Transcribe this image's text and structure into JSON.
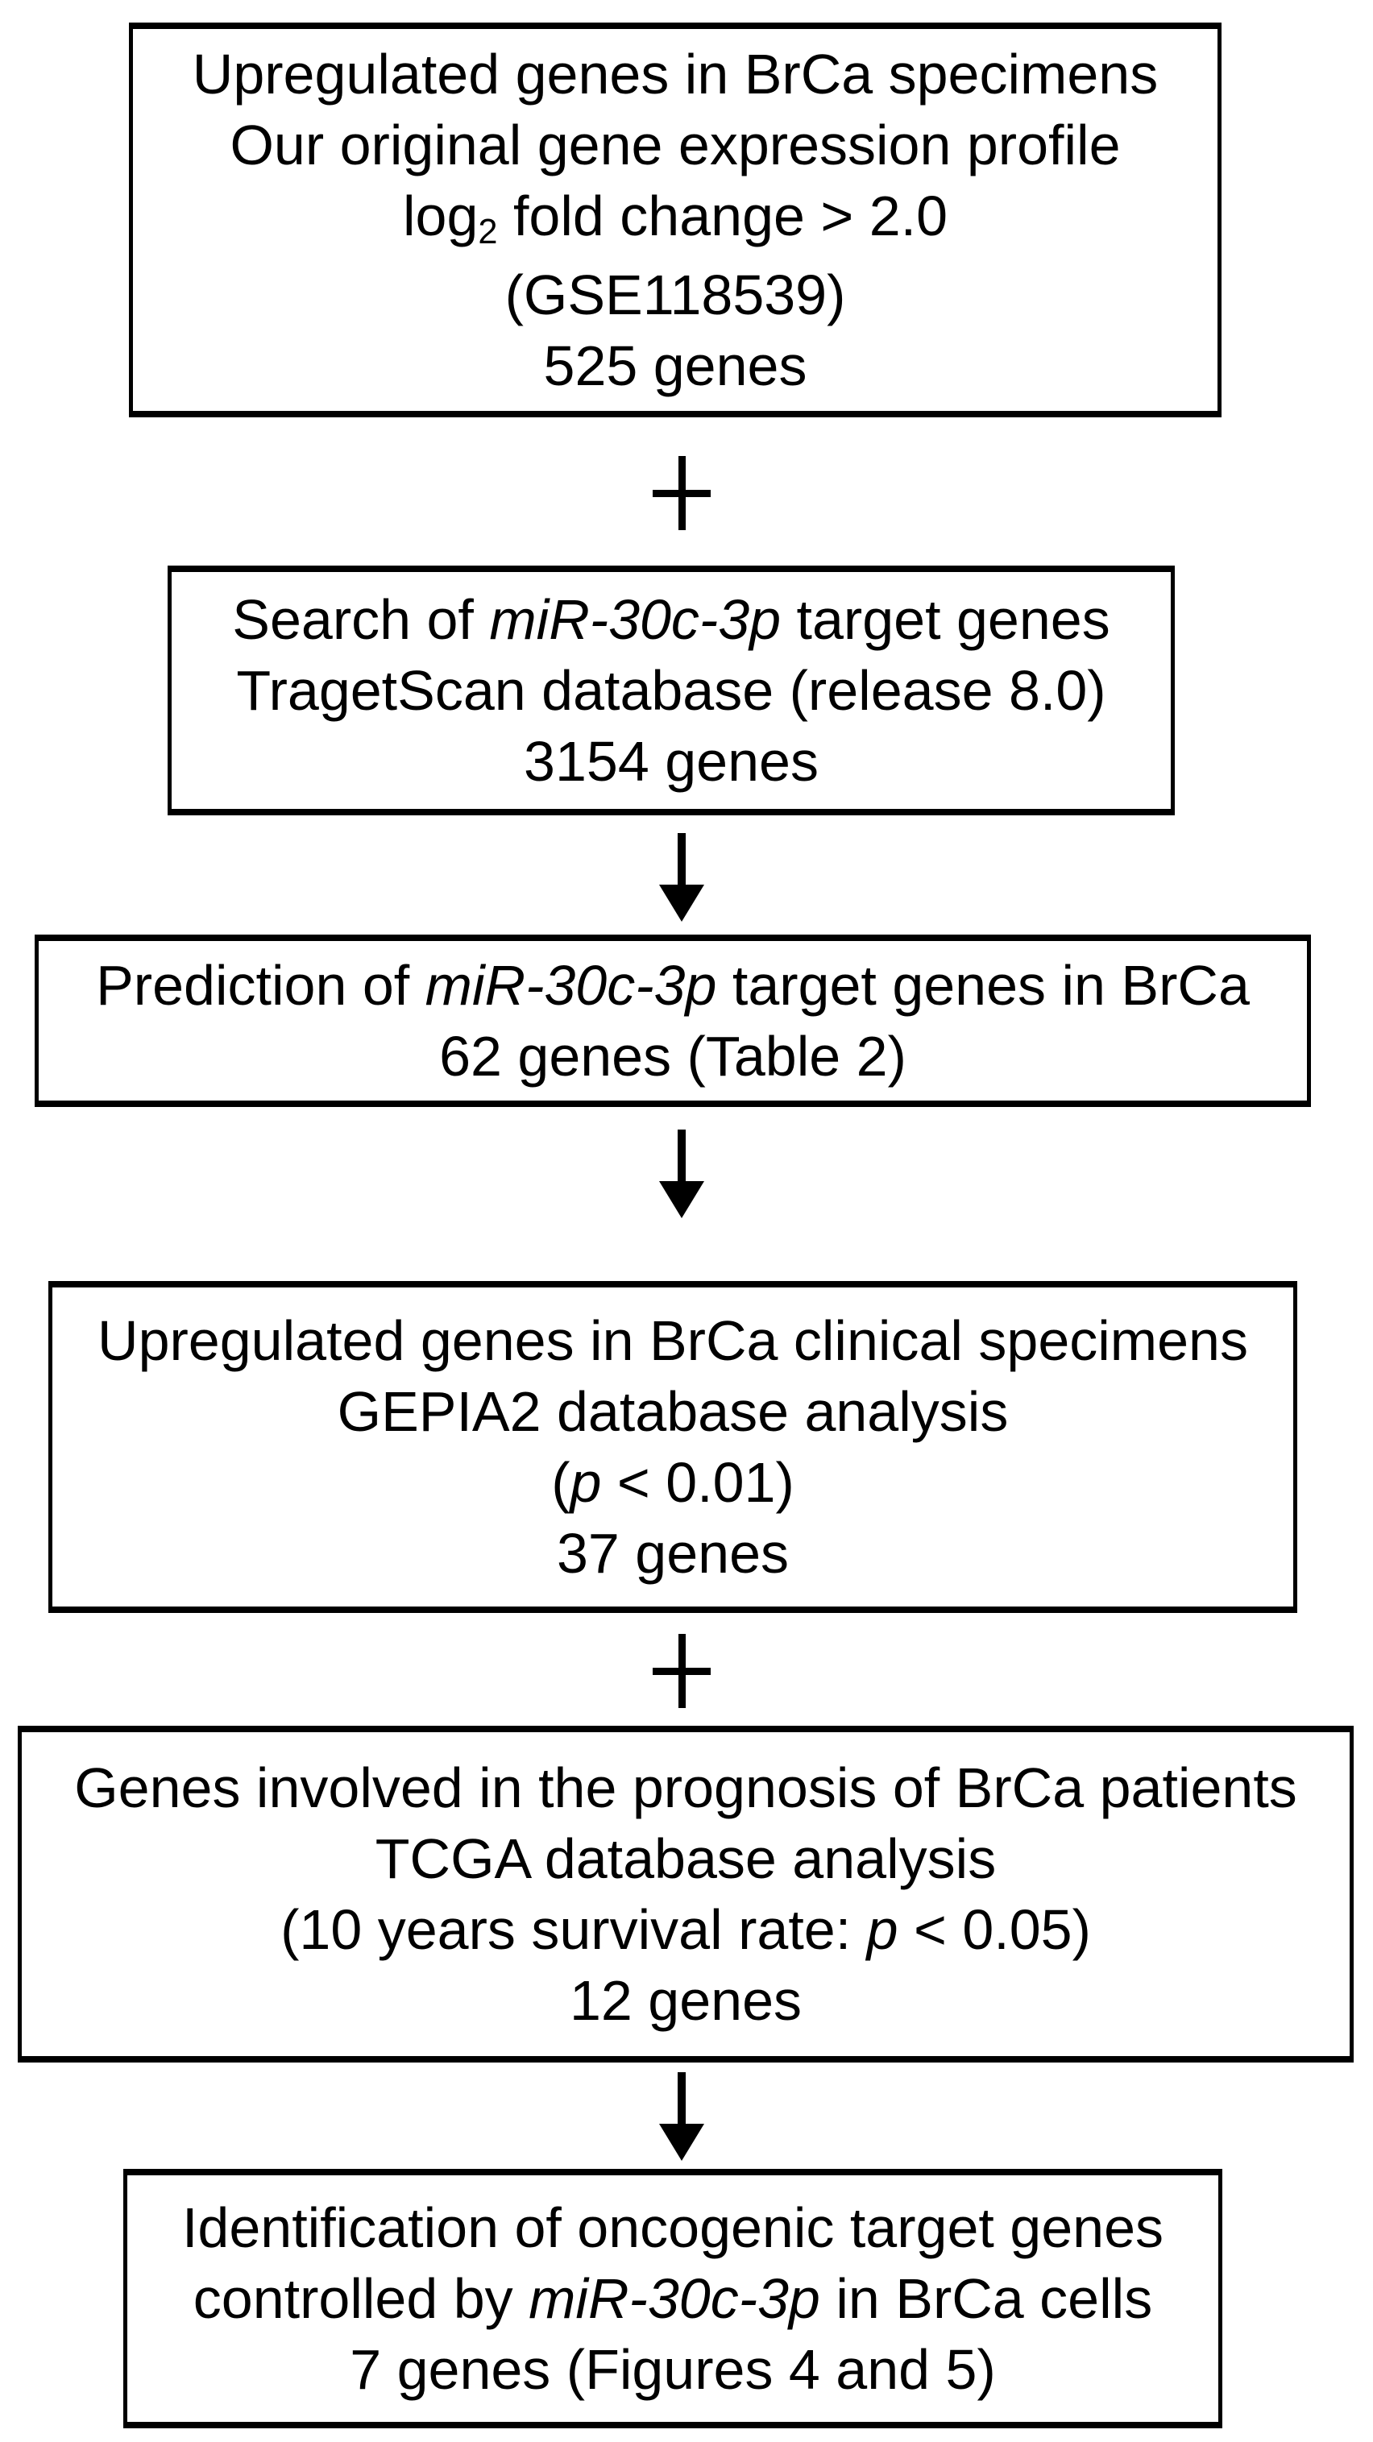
{
  "figure": {
    "type": "flowchart",
    "background_color": "#ffffff",
    "box_border_color": "#000000",
    "text_color": "#000000",
    "connector_color": "#000000"
  },
  "boxes": [
    {
      "name": "upregulated-genes-brca-specimens",
      "lines": [
        [
          {
            "t": "Upregulated genes in BrCa specimens"
          }
        ],
        [
          {
            "t": "Our original gene expression profile"
          }
        ],
        [
          {
            "t": "log"
          },
          {
            "t": "2",
            "s": "sub"
          },
          {
            "t": " fold change > 2.0"
          }
        ],
        [
          {
            "t": "(GSE118539)"
          }
        ],
        [
          {
            "t": "525 genes"
          }
        ]
      ]
    },
    {
      "name": "search-mir-30c-3p-target-genes",
      "lines": [
        [
          {
            "t": "Search of "
          },
          {
            "t": "miR-30c-3p",
            "s": "i"
          },
          {
            "t": " target genes"
          }
        ],
        [
          {
            "t": "TragetScan database (release 8.0)"
          }
        ],
        [
          {
            "t": "3154 genes"
          }
        ]
      ]
    },
    {
      "name": "prediction-mir-30c-3p-target-genes",
      "lines": [
        [
          {
            "t": "Prediction of "
          },
          {
            "t": "miR-30c-3p",
            "s": "i"
          },
          {
            "t": " target genes in BrCa"
          }
        ],
        [
          {
            "t": "62 genes (Table 2)"
          }
        ]
      ]
    },
    {
      "name": "upregulated-genes-brca-clinical-specimens",
      "lines": [
        [
          {
            "t": "Upregulated genes in BrCa clinical specimens"
          }
        ],
        [
          {
            "t": "GEPIA2 database analysis"
          }
        ],
        [
          {
            "t": "("
          },
          {
            "t": "p",
            "s": "i"
          },
          {
            "t": " < 0.01)"
          }
        ],
        [
          {
            "t": "37 genes"
          }
        ]
      ]
    },
    {
      "name": "genes-prognosis-brca-patients",
      "lines": [
        [
          {
            "t": "Genes involved in the prognosis of BrCa patients"
          }
        ],
        [
          {
            "t": "TCGA database analysis"
          }
        ],
        [
          {
            "t": "(10 years survival rate: "
          },
          {
            "t": "p",
            "s": "i"
          },
          {
            "t": " < 0.05)"
          }
        ],
        [
          {
            "t": "12 genes"
          }
        ]
      ]
    },
    {
      "name": "identification-oncogenic-target-genes",
      "lines": [
        [
          {
            "t": "Identification of oncogenic target genes"
          }
        ],
        [
          {
            "t": "controlled by "
          },
          {
            "t": "miR-30c-3p",
            "s": "i"
          },
          {
            "t": " in BrCa cells"
          }
        ],
        [
          {
            "t": "7 genes (Figures 4 and 5)"
          }
        ]
      ]
    }
  ],
  "connectors": [
    {
      "type": "plus",
      "between": [
        "upregulated-genes-brca-specimens",
        "search-mir-30c-3p-target-genes"
      ]
    },
    {
      "type": "arrow-down",
      "between": [
        "search-mir-30c-3p-target-genes",
        "prediction-mir-30c-3p-target-genes"
      ]
    },
    {
      "type": "arrow-down",
      "between": [
        "prediction-mir-30c-3p-target-genes",
        "upregulated-genes-brca-clinical-specimens"
      ]
    },
    {
      "type": "plus",
      "between": [
        "upregulated-genes-brca-clinical-specimens",
        "genes-prognosis-brca-patients"
      ]
    },
    {
      "type": "arrow-down",
      "between": [
        "genes-prognosis-brca-patients",
        "identification-oncogenic-target-genes"
      ]
    }
  ]
}
